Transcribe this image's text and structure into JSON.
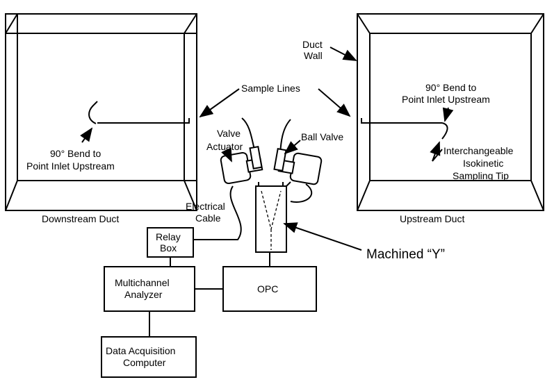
{
  "labels": {
    "duct_wall_1": "Duct",
    "duct_wall_2": "Wall",
    "sample_lines": "Sample Lines",
    "bend_up_1": "90° Bend to",
    "bend_up_2": "Point Inlet Upstream",
    "bend_down_1": "90° Bend to",
    "bend_down_2": "Point Inlet Upstream",
    "valve_actuator_1": "Valve",
    "valve_actuator_2": "Actuator",
    "ball_valve": "Ball Valve",
    "probe_1": "Interchangeable",
    "probe_2": "Isokinetic",
    "probe_3": "Sampling Tip",
    "electrical_1": "Electrical",
    "electrical_2": "Cable",
    "downstream_duct": "Downstream Duct",
    "upstream_duct": "Upstream Duct",
    "machined_y": "Machined “Y”",
    "relay_1": "Relay",
    "relay_2": "Box",
    "mca_1": "Multichannel",
    "mca_2": "Analyzer",
    "opc": "OPC",
    "daq_1": "Data Acquisition",
    "daq_2": "Computer"
  }
}
